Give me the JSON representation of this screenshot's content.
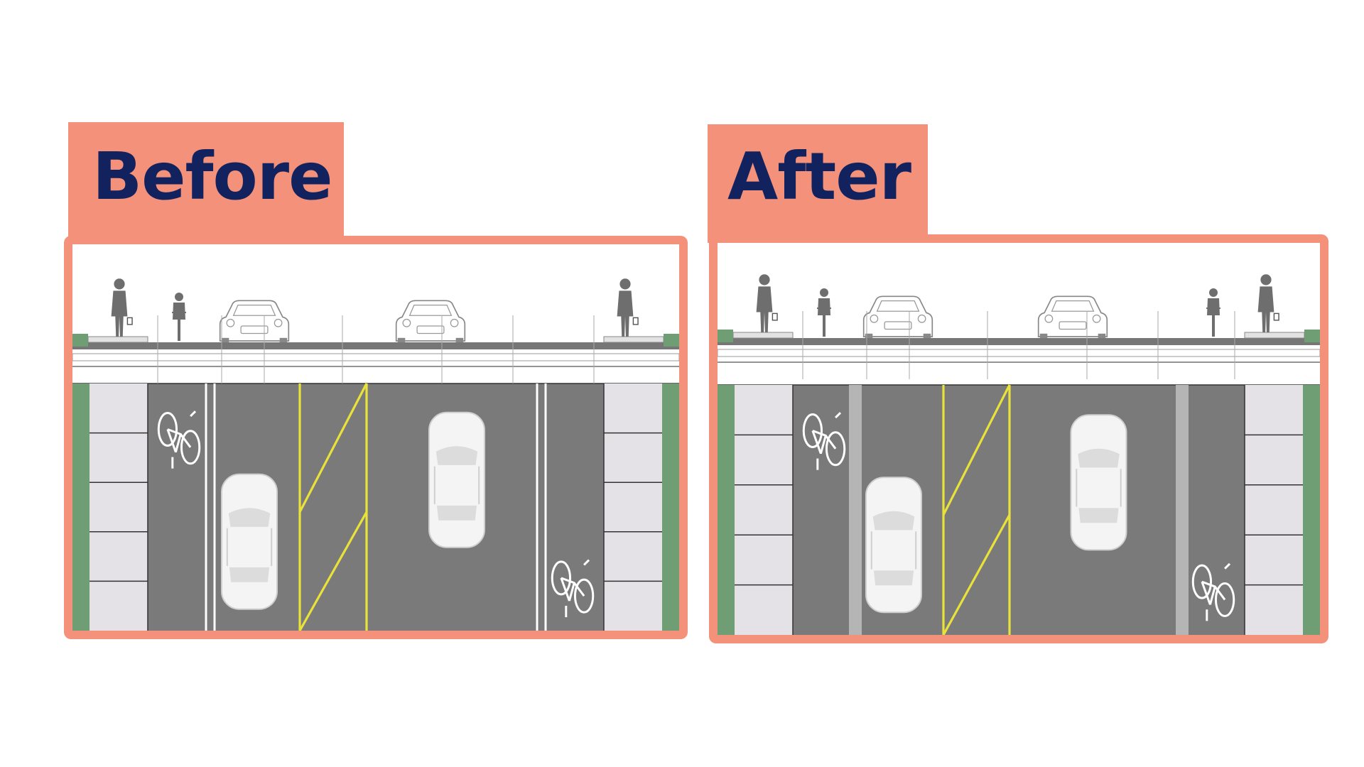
{
  "panels": {
    "before": {
      "label": "Before",
      "buffer_style": "double-white-lines"
    },
    "after": {
      "label": "After",
      "buffer_style": "grey-separator-strip"
    }
  },
  "colors": {
    "accent": "#f3917a",
    "label_text": "#12225e",
    "road": "#7a7a7a",
    "median_lines": "#e8e23a",
    "verge": "#6f9e75",
    "footpath": "#e4e2e6"
  },
  "icons": [
    "pedestrian-icon",
    "cyclist-icon",
    "car-icon",
    "bicycle-symbol-icon",
    "car-topdown-icon"
  ]
}
